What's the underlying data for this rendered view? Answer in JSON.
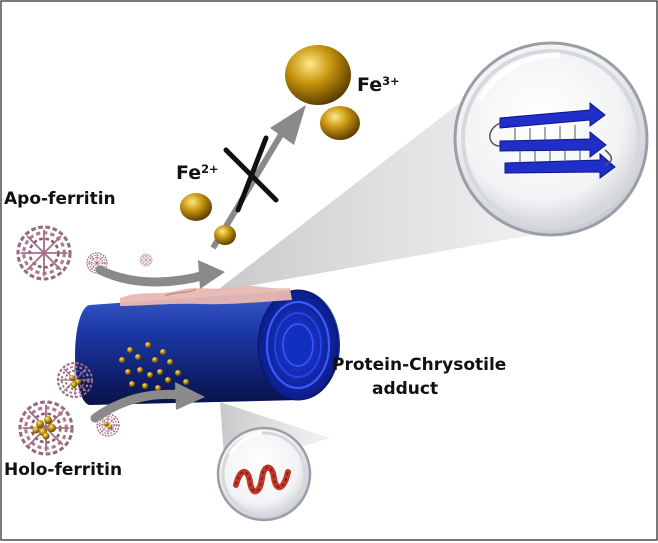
{
  "labels": {
    "apo": "Apo-ferritin",
    "holo": "Holo-ferritin",
    "adduct_line1": "Protein-Chrysotile",
    "adduct_line2": "adduct",
    "fe2_base": "Fe",
    "fe2_charge": "2+",
    "fe3_base": "Fe",
    "fe3_charge": "3+"
  },
  "icons": [
    "ferritin-cage-icon",
    "iron-sphere-icon",
    "beta-sheet-icon",
    "alpha-helix-icon",
    "blocked-cross-icon"
  ],
  "colors": {
    "background": "#ffffff",
    "fiber_blue": "#1a2fa8",
    "protein_pink": "#e8b8b2",
    "iron_gold": "#b8860b",
    "arrow_gray": "#8a8a8a",
    "ferritin_mauve": "#9a6a80"
  }
}
